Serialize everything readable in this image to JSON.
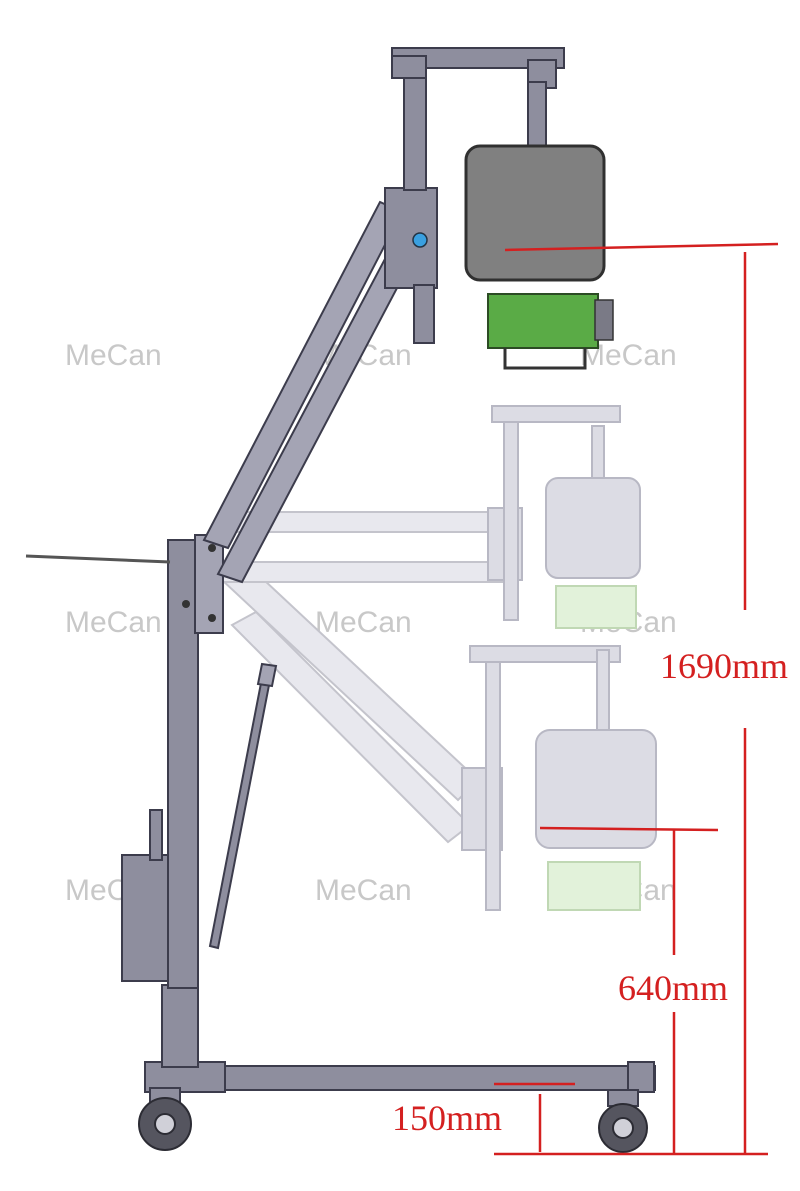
{
  "watermark": "MeCan",
  "dimensions": {
    "max_height": "1690mm",
    "mid_height": "640mm",
    "min_height": "150mm"
  },
  "colors": {
    "frame": "#8e8e9e",
    "frame_dark": "#5c5c6c",
    "detector": "#808080",
    "generator": "#5aab46",
    "dim_line": "#d42020",
    "ghost": "#d6d6e0"
  }
}
